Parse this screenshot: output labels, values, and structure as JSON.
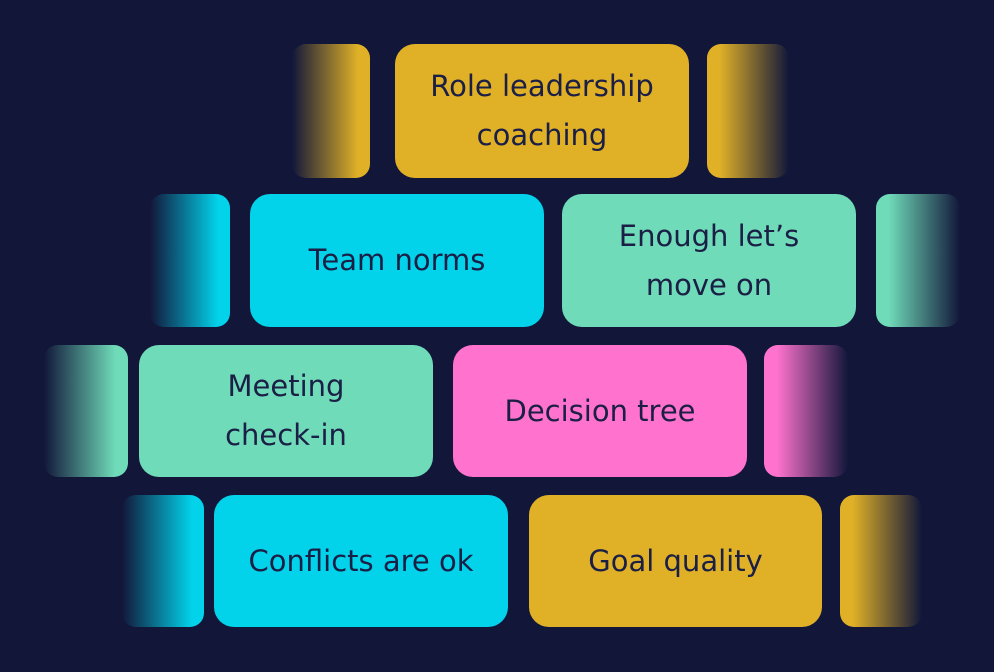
{
  "tiles": [
    {
      "lines": [
        "Role leadership",
        "coaching"
      ],
      "color": "#e0b127"
    },
    {
      "lines": [
        "Team norms"
      ],
      "color": "#02d2ea"
    },
    {
      "lines": [
        "Enough let’s",
        "move on"
      ],
      "color": "#6fdbb8"
    },
    {
      "lines": [
        "Meeting",
        "check-in"
      ],
      "color": "#6fdbb8"
    },
    {
      "lines": [
        "Decision tree"
      ],
      "color": "#ff73cf"
    },
    {
      "lines": [
        "Conflicts are ok"
      ],
      "color": "#02d2ea"
    },
    {
      "lines": [
        "Goal quality"
      ],
      "color": "#e0b127"
    }
  ],
  "colors": {
    "background": "#12173a",
    "text": "#1b1f45",
    "gold": "#e0b127",
    "cyan": "#02d2ea",
    "mint": "#6fdbb8",
    "pink": "#ff73cf"
  }
}
